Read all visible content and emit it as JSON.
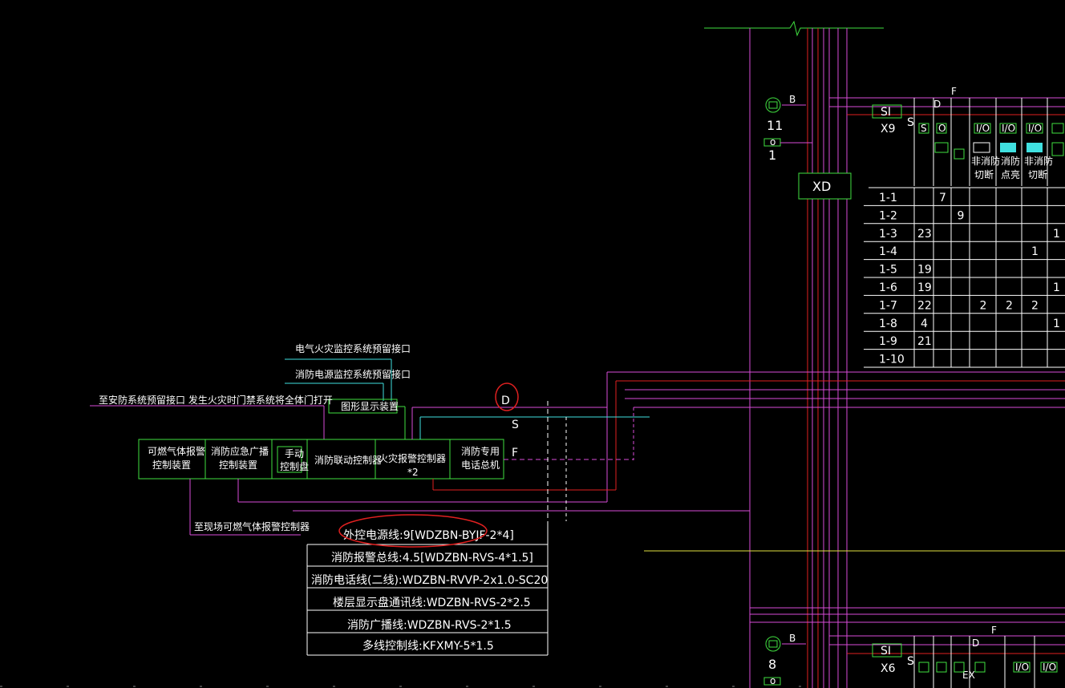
{
  "colors": {
    "bg": "#000000",
    "magenta": "#d84cd8",
    "red": "#e02020",
    "green": "#40e040",
    "cyan": "#40e0e0",
    "white": "#ffffff",
    "yellow": "#e0e040"
  },
  "top": {
    "stair_top_label": "B",
    "stair_top_num": "11",
    "box_top_label": "o",
    "box_top_num": "1",
    "xd_label": "XD",
    "si_top": "SI",
    "x9": "X9",
    "s_top": "S",
    "d_top": "D",
    "f_top": "F",
    "io": "I/O",
    "sym_s": "S",
    "sym_o": "O",
    "col_fei1": "非消防",
    "col_fei2": "切断",
    "col_xiao1": "消防",
    "col_xiao2": "点亮",
    "col_fei3": "非消防",
    "col_fei4": "切断"
  },
  "table": {
    "rows": [
      {
        "id": "1-1",
        "c1": "",
        "c2": "7",
        "c3": "",
        "c4": "",
        "c5": "",
        "c6": "",
        "c7": ""
      },
      {
        "id": "1-2",
        "c1": "",
        "c2": "",
        "c3": "9",
        "c4": "",
        "c5": "",
        "c6": "",
        "c7": ""
      },
      {
        "id": "1-3",
        "c1": "23",
        "c2": "",
        "c3": "",
        "c4": "",
        "c5": "",
        "c6": "",
        "c7": "1"
      },
      {
        "id": "1-4",
        "c1": "",
        "c2": "",
        "c3": "",
        "c4": "",
        "c5": "",
        "c6": "1",
        "c7": ""
      },
      {
        "id": "1-5",
        "c1": "19",
        "c2": "",
        "c3": "",
        "c4": "",
        "c5": "",
        "c6": "",
        "c7": ""
      },
      {
        "id": "1-6",
        "c1": "19",
        "c2": "",
        "c3": "",
        "c4": "",
        "c5": "",
        "c6": "",
        "c7": "1"
      },
      {
        "id": "1-7",
        "c1": "22",
        "c2": "",
        "c3": "",
        "c4": "2",
        "c5": "2",
        "c6": "2",
        "c7": ""
      },
      {
        "id": "1-8",
        "c1": "4",
        "c2": "",
        "c3": "",
        "c4": "",
        "c5": "",
        "c6": "",
        "c7": "1"
      },
      {
        "id": "1-9",
        "c1": "21",
        "c2": "",
        "c3": "",
        "c4": "",
        "c5": "",
        "c6": "",
        "c7": ""
      },
      {
        "id": "1-10",
        "c1": "",
        "c2": "",
        "c3": "",
        "c4": "",
        "c5": "",
        "c6": "",
        "c7": ""
      }
    ]
  },
  "labels": {
    "elec_fire": "电气火灾监控系统预留接口",
    "power_mon": "消防电源监控系统预留接口",
    "graphic": "图形显示装置",
    "security": "至安防系统预留接口  发生火灾时门禁系统将全体门打开",
    "gas_ctrl": "至现场可燃气体报警控制器",
    "d_mark": "D",
    "s_mark": "S",
    "f_mark": "F"
  },
  "units": {
    "gas1": "可燃气体报警",
    "gas2": "控制装置",
    "bc1": "消防应急广播",
    "bc2": "控制装置",
    "man1": "手动",
    "man2": "控制盘",
    "link": "消防联动控制器",
    "alarm1": "火灾报警控制器",
    "alarm2": "*2",
    "tel1": "消防专用",
    "tel2": "电话总机"
  },
  "legend": [
    "外控电源线:9[WDZBN-BYJF-2*4]",
    "消防报警总线:4.5[WDZBN-RVS-4*1.5]",
    "消防电话线(二线):WDZBN-RVVP-2x1.0-SC20",
    "楼层显示盘通讯线:WDZBN-RVS-2*2.5",
    "消防广播线:WDZBN-RVS-2*1.5",
    "多线控制线:KFXMY-5*1.5"
  ],
  "bottom": {
    "stair_label": "B",
    "stair_num": "8",
    "si": "SI",
    "x6": "X6",
    "s": "S",
    "d": "D",
    "f": "F",
    "ex": "EX",
    "io": "I/O",
    "box": "o"
  }
}
